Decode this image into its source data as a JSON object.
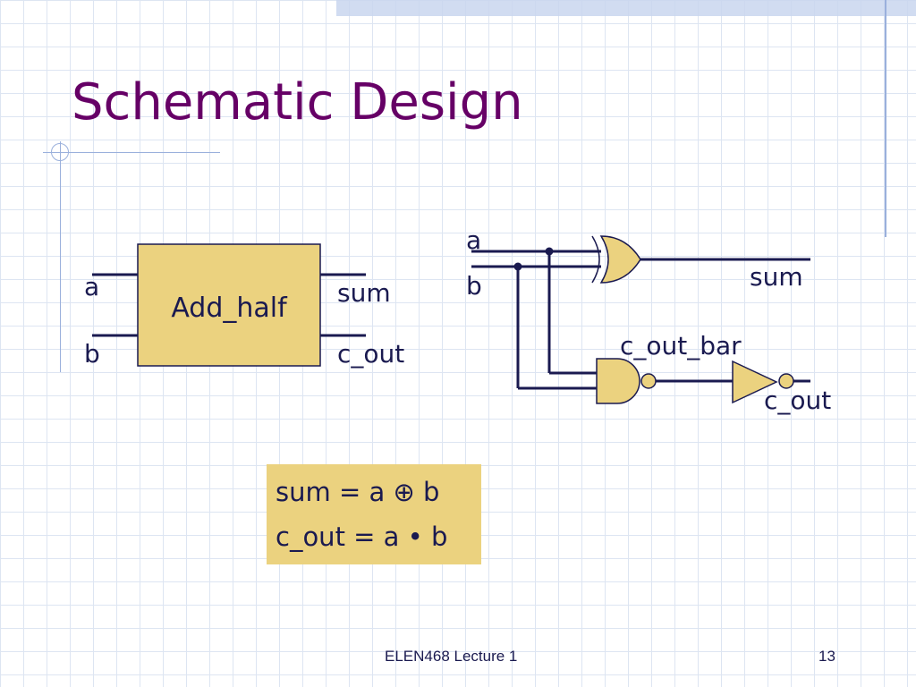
{
  "slide": {
    "title": "Schematic Design",
    "footer_text": "ELEN468 Lecture 1",
    "page_number": "13"
  },
  "block_diagram": {
    "block_label": "Add_half",
    "inputs": [
      "a",
      "b"
    ],
    "outputs": [
      "sum",
      "c_out"
    ]
  },
  "gate_diagram": {
    "inputs": [
      "a",
      "b"
    ],
    "xor_output": "sum",
    "nand_output": "c_out_bar",
    "inverter_output": "c_out"
  },
  "equations": {
    "sum": "sum = a ⊕ b",
    "c_out": "c_out = a • b"
  },
  "colors": {
    "title": "#660066",
    "text": "#1a1a50",
    "block_fill": "#ebd27f",
    "gate_fill": "#ebd27f",
    "grid": "#dde5f2"
  }
}
